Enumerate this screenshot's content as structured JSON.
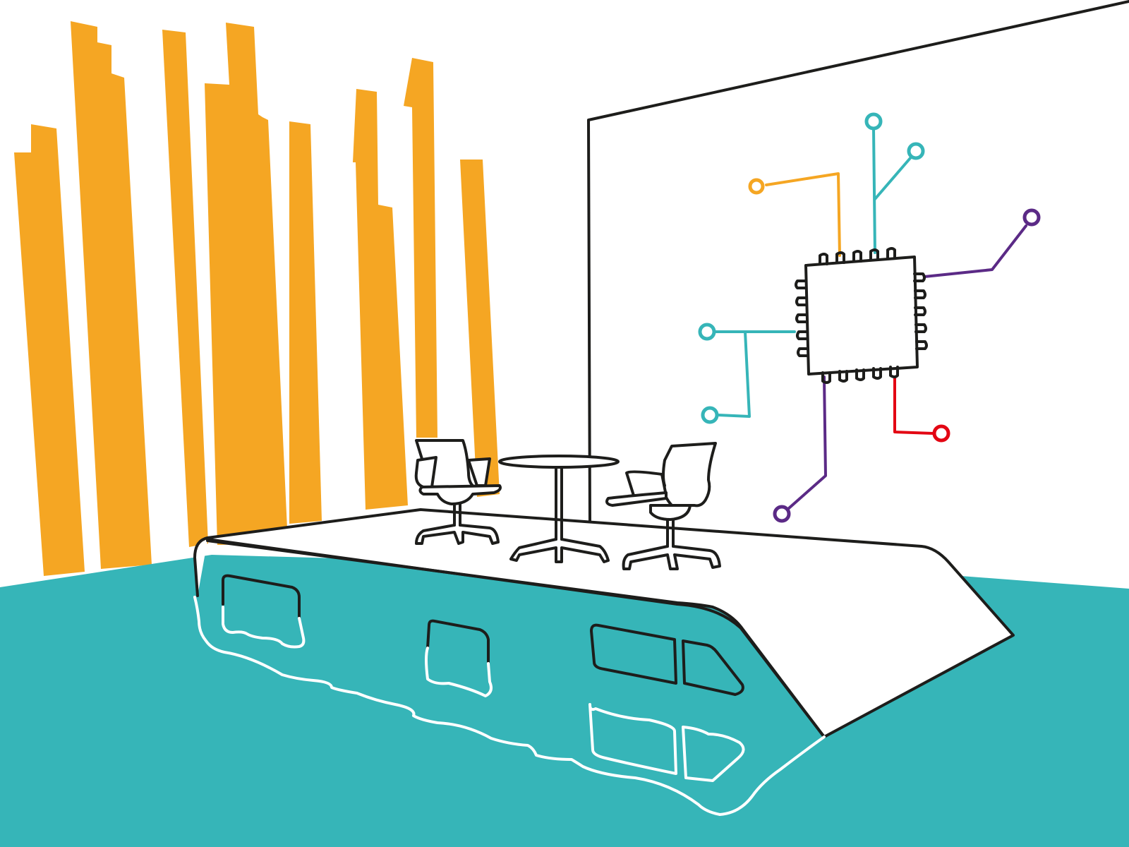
{
  "colors": {
    "skyline": "#f5a623",
    "water": "#36b5b8",
    "ink": "#1d1d1b",
    "trace_orange": "#f5a623",
    "trace_teal": "#36b5b8",
    "trace_purple": "#5b2a86",
    "trace_red": "#e30613"
  },
  "icons": [
    "skyline-illustration",
    "flood-water",
    "submerged-bus-roof",
    "office-chair-icon",
    "round-table-icon",
    "microchip-icon",
    "circuit-trace"
  ]
}
